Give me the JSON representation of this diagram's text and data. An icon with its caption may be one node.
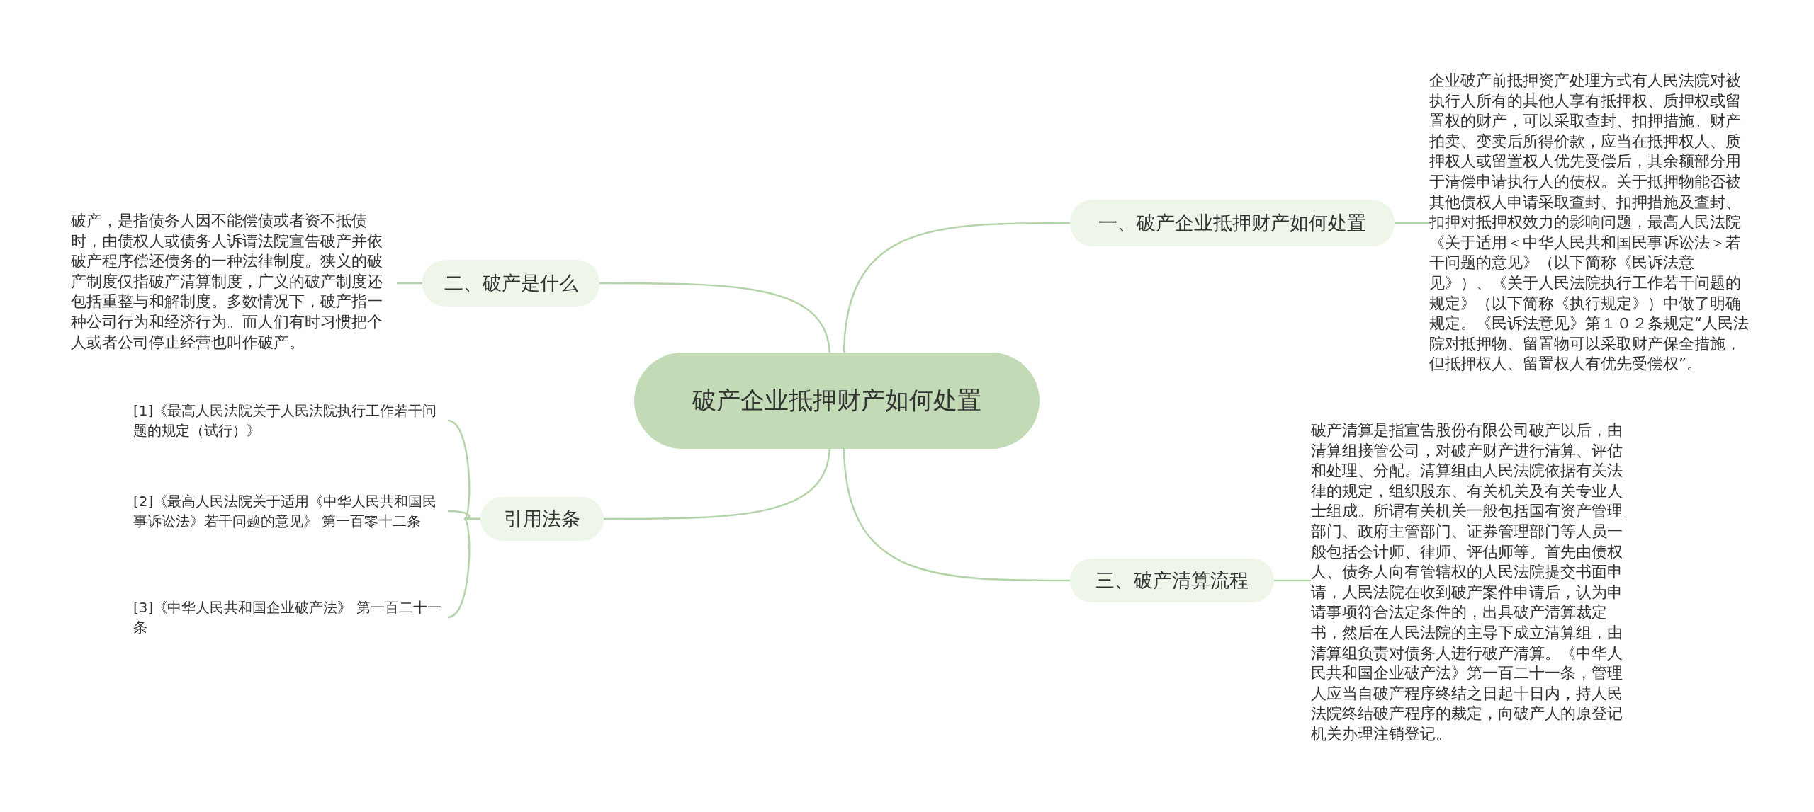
{
  "diagram": {
    "nodes": [
      {
        "text": [
          "破产企业抵押财产如何处置"
        ]
      },
      {
        "text": [
          "一、破产企业抵押财产如何处置"
        ]
      },
      {
        "text": [
          "企业破产前抵押资产处理方式有人民法院对被执行人所有的其他人享有抵押权、质押权或留置权的财产，可以采取查封、扣押措施。财产拍卖、变卖后所得价款，应当在抵押权人、质押权人或留置权人优先受偿后，其余额部分用于清偿申请执行人的债权。关于抵押物能否被其他债权人申请采取查封、扣押措施及查封、扣押对抵押权效力的影响问题，最高人民法院《关于适用＜中华人民共和国民事诉讼法＞若干问题的意见》（以下简称《民诉法意见》）、《关于人民法院执行工作若干问题的规定》（以下简称《执行规定》）中做了明确规定。《民诉法意见》第１０２条规定“人民法院对抵押物、留置物可以采取财产保全措施，但抵押权人、留置权人有优先受偿权”。"
        ]
      },
      {
        "text": [
          "三、破产清算流程"
        ]
      },
      {
        "text": [
          "破产清算是指宣告股份有限公司破产以后，由清算组接管公司，对破产财产进行清算、评估和处理、分配。清算组由人民法院依据有关法律的规定，组织股东、有关机关及有关专业人士组成。所谓有关机关一般包括国有资产管理部门、政府主管部门、证券管理部门等人员一般包括会计师、律师、评估师等。首先由债权人、债务人向有管辖权的人民法院提交书面申请，人民法院在收到破产案件申请后，认为申请事项符合法定条件的，出具破产清算裁定书，然后在人民法院的主导下成立清算组，由清算组负责对债务人进行破产清算。《中华人民共和国企业破产法》第一百二十一条，管理人应当自破产程序终结之日起十日内，持人民法院终结破产程序的裁定，向破产人的原登记机关办理注销登记。"
        ]
      },
      {
        "text": [
          "二、破产是什么"
        ]
      },
      {
        "text": [
          "破产，是指债务人因不能偿债或者资不抵债时，由债权人或债务人诉请法院宣告破产并依破产程序偿还债务的一种法律制度。狭义的破产制度仅指破产清算制度，广义的破产制度还包括重整与和解制度。多数情况下，破产指一种公司行为和经济行为。而人们有时习惯把个人或者公司停止经营也叫作破产。"
        ]
      },
      {
        "text": [
          "引用法条"
        ]
      },
      {
        "text": [
          "[1]《最高人民法院关于人民法院执行工作若干问题的规定（试行）》"
        ]
      },
      {
        "text": [
          "[2]《最高人民法院关于适用《中华人民共和国民事诉讼法》若干问题的意见》 第一百零十二条"
        ]
      },
      {
        "text": [
          "[3]《中华人民共和国企业破产法》 第一百二十一条"
        ]
      }
    ],
    "edges": [
      {
        "from": 0,
        "to": 1,
        "arrow": "none"
      },
      {
        "from": 1,
        "to": 2,
        "arrow": "none"
      },
      {
        "from": 0,
        "to": 3,
        "arrow": "none"
      },
      {
        "from": 3,
        "to": 4,
        "arrow": "none"
      },
      {
        "from": 0,
        "to": 5,
        "arrow": "none"
      },
      {
        "from": 5,
        "to": 6,
        "arrow": "none"
      },
      {
        "from": 0,
        "to": 7,
        "arrow": "none"
      },
      {
        "from": 7,
        "to": 8,
        "arrow": "none"
      },
      {
        "from": 7,
        "to": 9,
        "arrow": "none"
      },
      {
        "from": 7,
        "to": 10,
        "arrow": "none"
      }
    ]
  }
}
